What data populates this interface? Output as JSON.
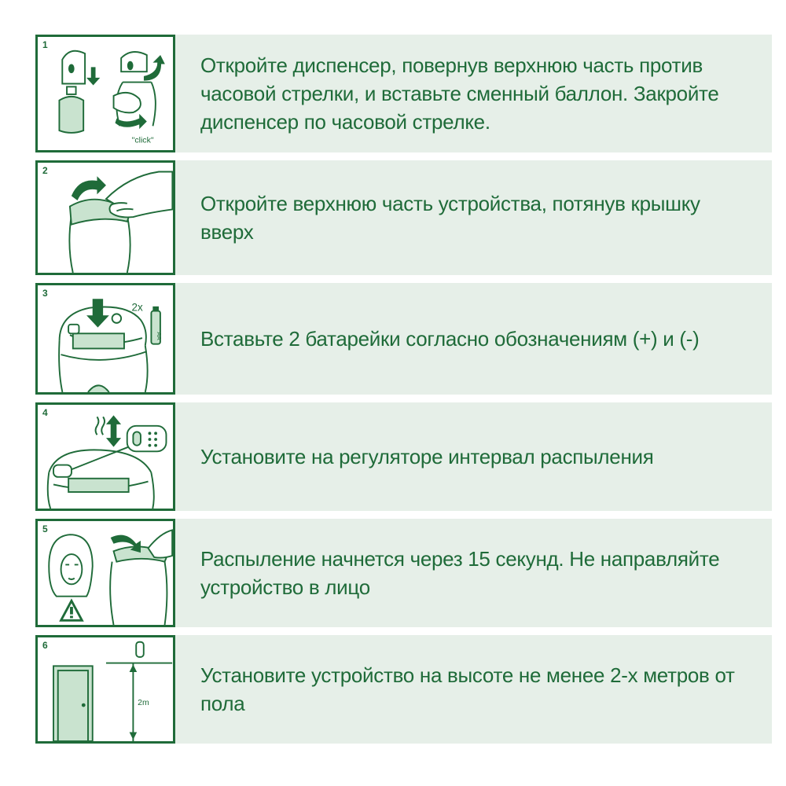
{
  "steps": [
    {
      "number": "1",
      "text": "Откройте диспенсер, повернув верхнюю часть против часовой стрелки, и вставьте сменный баллон. Закройте диспенсер по часовой стрелке.",
      "illustration_label": "\"click\"",
      "icon": "dispenser-refill-icon"
    },
    {
      "number": "2",
      "text": "Откройте верхнюю часть устройства, потянув крышку вверх",
      "icon": "open-lid-icon"
    },
    {
      "number": "3",
      "text": "Вставьте 2 батарейки согласно обозначениям (+) и (-)",
      "illustration_label": "2x",
      "battery_label": "AA",
      "icon": "battery-insert-icon"
    },
    {
      "number": "4",
      "text": "Установите на регуляторе интервал распыления",
      "icon": "interval-switch-icon"
    },
    {
      "number": "5",
      "text": "Распыление начнется через 15 секунд. Не направляйте устройство в лицо",
      "icon": "warning-face-icon"
    },
    {
      "number": "6",
      "text": "Установите устройство на высоте не менее 2-х метров от пола",
      "illustration_label": "2m",
      "icon": "wall-height-icon"
    }
  ],
  "colors": {
    "accent": "#1f6b39",
    "row_background": "#e6efe8",
    "illustration_fill": "#c9e3cf"
  }
}
